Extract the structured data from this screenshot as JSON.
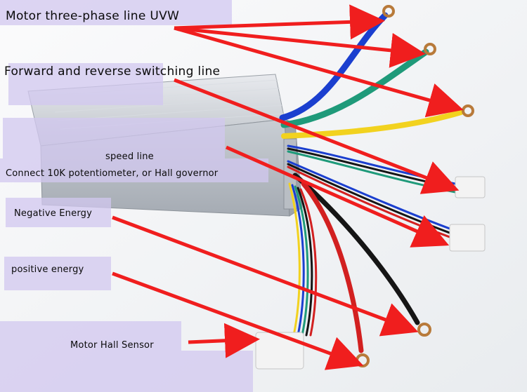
{
  "annotations": {
    "motor_phase": "Motor three-phase line UVW",
    "forward_reverse": "Forward and reverse switching line",
    "speed_line": "speed line",
    "speed_detail": "Connect 10K potentiometer, or Hall governor",
    "negative": "Negative Energy",
    "positive": "positive energy",
    "hall_sensor": "Motor Hall Sensor"
  },
  "colors": {
    "arrow": "#f01e1e",
    "label_box": "#d2c8f0",
    "background": "#ffffff",
    "controller_case": "#cfd3d8",
    "wire_blue": "#1b3fcf",
    "wire_green": "#1f9a7a",
    "wire_yellow": "#f2d21f",
    "wire_red": "#d22020",
    "wire_black": "#151515"
  },
  "icons": [
    "motor-controller",
    "phase-wire",
    "ring-terminal",
    "connector-plug",
    "red-arrow"
  ]
}
